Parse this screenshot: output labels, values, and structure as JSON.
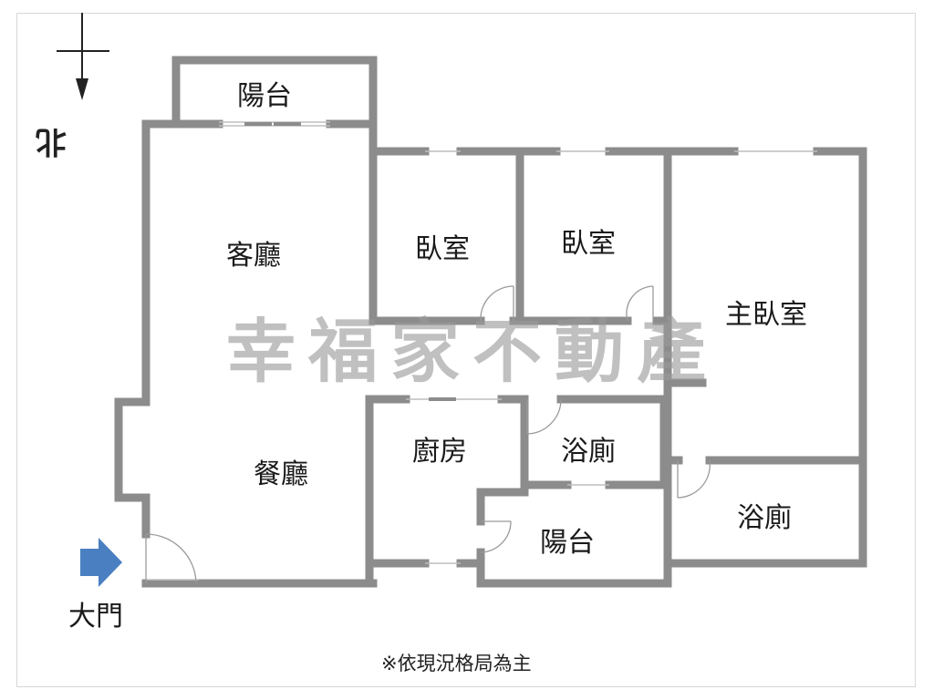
{
  "rooms": {
    "balcony_top": "陽台",
    "living_room": "客廳",
    "bedroom_1": "臥室",
    "bedroom_2": "臥室",
    "master_bedroom": "主臥室",
    "dining_room": "餐廳",
    "kitchen": "廚房",
    "bathroom_1": "浴廁",
    "bathroom_2": "浴廁",
    "balcony_bottom": "陽台"
  },
  "watermark": "幸福家不動產",
  "entrance_label": "大門",
  "north_label": "北",
  "note": "※依現況格局為主",
  "colors": {
    "wall": "#8c8c8c",
    "arrow": "#4a7fc1",
    "watermark": "#9a9a9a"
  }
}
